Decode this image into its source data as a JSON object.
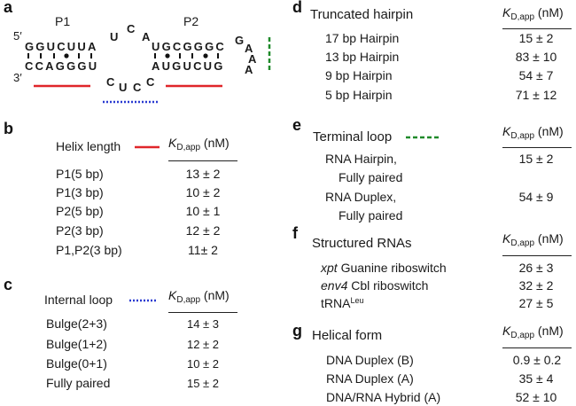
{
  "panels": {
    "a": {
      "letter": "a",
      "p1": "P1",
      "p2": "P2",
      "five_prime": "5′",
      "three_prime": "3′",
      "top_strand": "GGUCUUA",
      "bottom_strand": "CCAGGGU",
      "loop_top": [
        "U",
        "C",
        "A"
      ],
      "loop_bottom": [
        "C",
        "U",
        "C",
        "C"
      ],
      "p2_top": "UGCGGGC",
      "p2_bottom": "AUGUCUG",
      "hairpin_loop": [
        "G",
        "A",
        "A",
        "A"
      ],
      "colors": {
        "helix": "#e0262a",
        "internal_loop": "#2a3bd1",
        "terminal_loop": "#1f8a2a"
      }
    },
    "b": {
      "letter": "b",
      "header_label": "Helix length",
      "kd_prefix": "K",
      "kd_sub": "D,app",
      "kd_unit": " (nM)",
      "rows": [
        {
          "label": "P1(5 bp)",
          "value": "13 ± 2"
        },
        {
          "label": "P1(3 bp)",
          "value": "10 ± 2"
        },
        {
          "label": "P2(5 bp)",
          "value": "10 ± 1"
        },
        {
          "label": "P2(3 bp)",
          "value": "12 ± 2"
        },
        {
          "label": "P1,P2(3 bp)",
          "value": "11± 2"
        }
      ]
    },
    "c": {
      "letter": "c",
      "header_label": "Internal loop",
      "kd_prefix": "K",
      "kd_sub": "D,app",
      "kd_unit": " (nM)",
      "rows": [
        {
          "label": "Bulge(2+3)",
          "value": "14 ± 3"
        },
        {
          "label": "Bulge(1+2)",
          "value": "12 ± 2"
        },
        {
          "label": "Bulge(0+1)",
          "value": "10 ± 2"
        },
        {
          "label": "Fully paired",
          "value": "15 ± 2"
        }
      ]
    },
    "d": {
      "letter": "d",
      "header_label": "Truncated hairpin",
      "kd_prefix": "K",
      "kd_sub": "D,app",
      "kd_unit": " (nM)",
      "rows": [
        {
          "label": "17 bp Hairpin",
          "value": "15 ± 2"
        },
        {
          "label": "13 bp Hairpin",
          "value": "83 ± 10"
        },
        {
          "label": "9 bp Hairpin",
          "value": "54 ± 7"
        },
        {
          "label": "5 bp Hairpin",
          "value": "71 ± 12"
        }
      ]
    },
    "e": {
      "letter": "e",
      "header_label": "Terminal loop",
      "kd_prefix": "K",
      "kd_sub": "D,app",
      "kd_unit": " (nM)",
      "rows": [
        {
          "label1": "RNA Hairpin,",
          "label2": "Fully paired",
          "value": "15 ± 2"
        },
        {
          "label1": "RNA Duplex,",
          "label2": "Fully paired",
          "value": "54 ± 9"
        }
      ]
    },
    "f": {
      "letter": "f",
      "header_label": "Structured RNAs",
      "kd_prefix": "K",
      "kd_sub": "D,app",
      "kd_unit": " (nM)",
      "rows": [
        {
          "italic": "xpt",
          "label": " Guanine riboswitch",
          "value": "26 ± 3"
        },
        {
          "italic": "env4",
          "label": " Cbl riboswitch",
          "value": "32 ± 2"
        },
        {
          "italic": "",
          "label": "tRNA",
          "sup": "Leu",
          "value": "27 ± 5"
        }
      ]
    },
    "g": {
      "letter": "g",
      "header_label": "Helical form",
      "kd_prefix": "K",
      "kd_sub": "D,app",
      "kd_unit": " (nM)",
      "rows": [
        {
          "label": "DNA Duplex (B)",
          "value": "0.9 ± 0.2"
        },
        {
          "label": "RNA Duplex (A)",
          "value": "35 ± 4"
        },
        {
          "label": "DNA/RNA Hybrid (A)",
          "value": "52 ± 10"
        }
      ]
    }
  }
}
